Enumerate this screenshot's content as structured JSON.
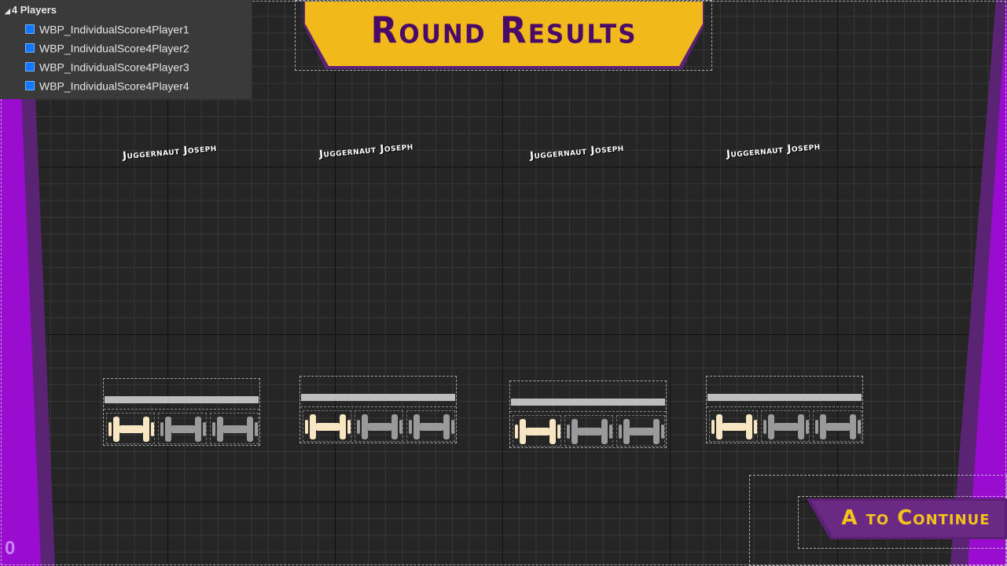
{
  "hierarchy": {
    "root": "4 Players",
    "items": [
      {
        "label": "WBP_IndividualScore4Player1"
      },
      {
        "label": "WBP_IndividualScore4Player2"
      },
      {
        "label": "WBP_IndividualScore4Player3"
      },
      {
        "label": "WBP_IndividualScore4Player4"
      }
    ]
  },
  "title": "Round Results",
  "players": [
    {
      "name": "Juggernaut Joseph",
      "rounds_won": 1,
      "rounds_total": 3
    },
    {
      "name": "Juggernaut Joseph",
      "rounds_won": 1,
      "rounds_total": 3
    },
    {
      "name": "Juggernaut Joseph",
      "rounds_won": 1,
      "rounds_total": 3
    },
    {
      "name": "Juggernaut Joseph",
      "rounds_won": 1,
      "rounds_total": 3
    }
  ],
  "continue_label": "A to Continue",
  "corner_number": "0",
  "colors": {
    "purple": "#9a0ccf",
    "dark_purple": "#5c2074",
    "gold": "#f2b91b",
    "title_text": "#4a0a68",
    "dumbbell_won": "#f8e6c3",
    "dumbbell_empty": "#9a9a9a"
  },
  "icons": {
    "round_won": "dumbbell-icon",
    "round_empty": "dumbbell-icon"
  }
}
